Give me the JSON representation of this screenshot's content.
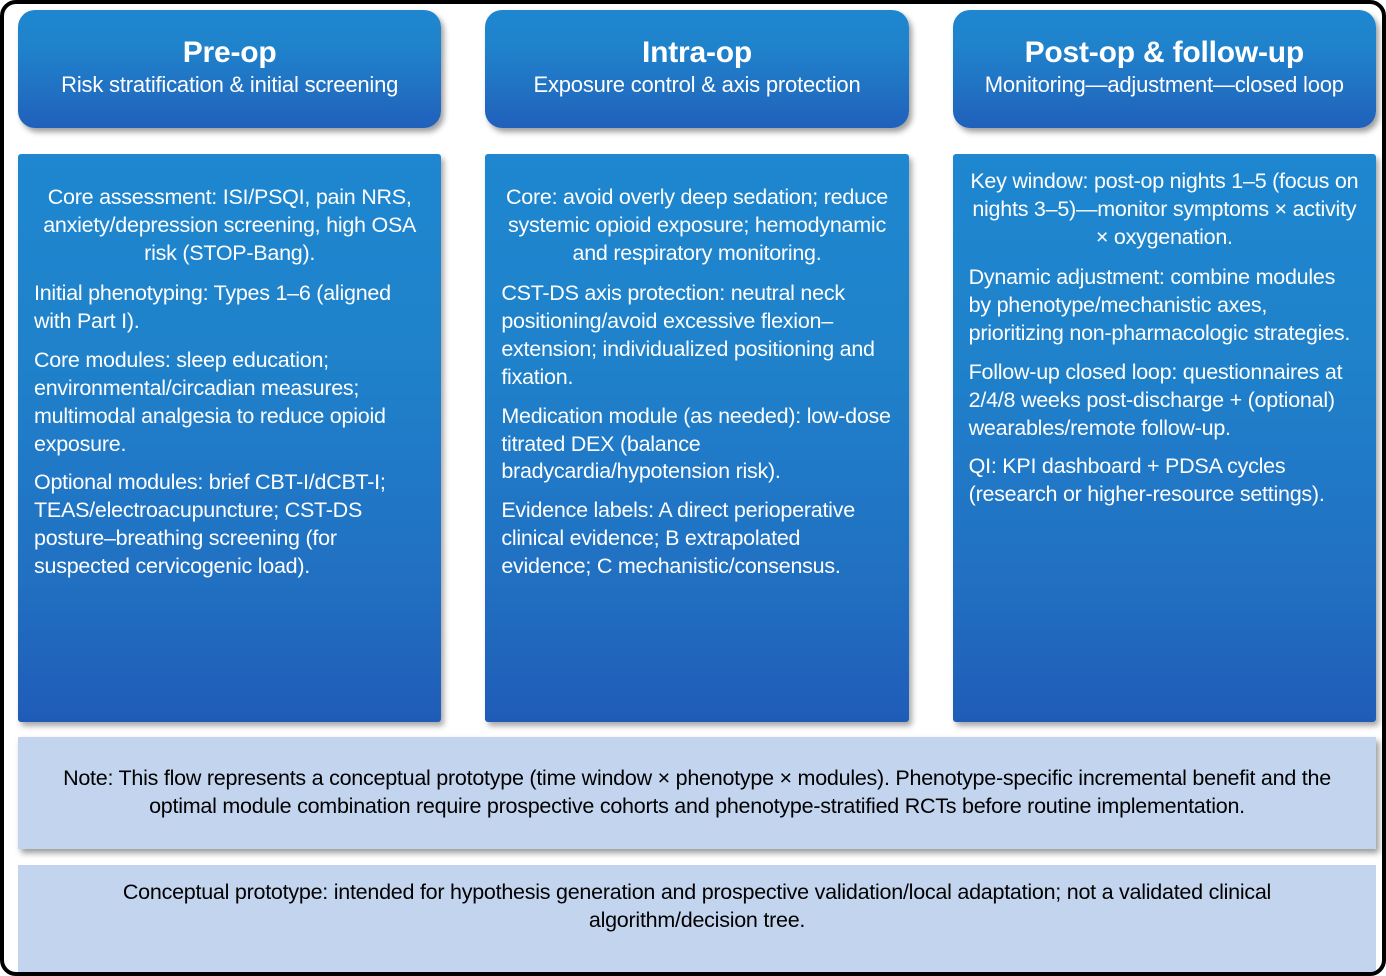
{
  "colors": {
    "stage_blue_top": "#1e87cf",
    "stage_blue_bottom": "#1f5cb8",
    "note_background": "#c3d5ee",
    "frame_border": "#000000",
    "stage_text": "#ffffff",
    "note_text": "#000000"
  },
  "stages": [
    {
      "title": "Pre-op",
      "subtitle": "Risk stratification & initial screening",
      "paragraphs": [
        "Core assessment: ISI/PSQI, pain NRS, anxiety/depression screening, high OSA risk (STOP-Bang).",
        "Initial phenotyping: Types 1–6 (aligned with Part I).",
        "Core modules: sleep education; environmental/circadian measures; multimodal analgesia to reduce opioid exposure.",
        "Optional modules: brief CBT-I/dCBT-I; TEAS/electroacupuncture; CST-DS posture–breathing screening (for suspected cervicogenic load)."
      ]
    },
    {
      "title": "Intra-op",
      "subtitle": "Exposure control & axis protection",
      "paragraphs": [
        "Core: avoid overly deep sedation; reduce systemic opioid exposure; hemodynamic and respiratory monitoring.",
        "CST-DS axis protection: neutral neck positioning/avoid excessive flexion–extension; individualized positioning and fixation.",
        "Medication module (as needed): low-dose titrated DEX (balance bradycardia/hypotension risk).",
        "Evidence labels: A direct perioperative clinical evidence; B extrapolated evidence; C mechanistic/consensus."
      ]
    },
    {
      "title": "Post-op & follow-up",
      "subtitle": "Monitoring—adjustment—closed loop",
      "paragraphs": [
        "Key window: post-op nights 1–5 (focus on nights 3–5)—monitor symptoms × activity × oxygenation.",
        "Dynamic adjustment: combine modules by phenotype/mechanistic axes, prioritizing non-pharmacologic strategies.",
        "Follow-up closed loop: questionnaires at 2/4/8 weeks post-discharge + (optional) wearables/remote follow-up.",
        "QI: KPI dashboard + PDSA cycles (research or higher-resource settings)."
      ]
    }
  ],
  "notes": {
    "primary": "Note: This flow represents a conceptual prototype (time window × phenotype × modules). Phenotype-specific incremental benefit and the optimal module combination require prospective cohorts and phenotype-stratified RCTs before routine implementation.",
    "secondary": "Conceptual prototype: intended for hypothesis generation and prospective validation/local adaptation; not a validated clinical algorithm/decision tree."
  }
}
